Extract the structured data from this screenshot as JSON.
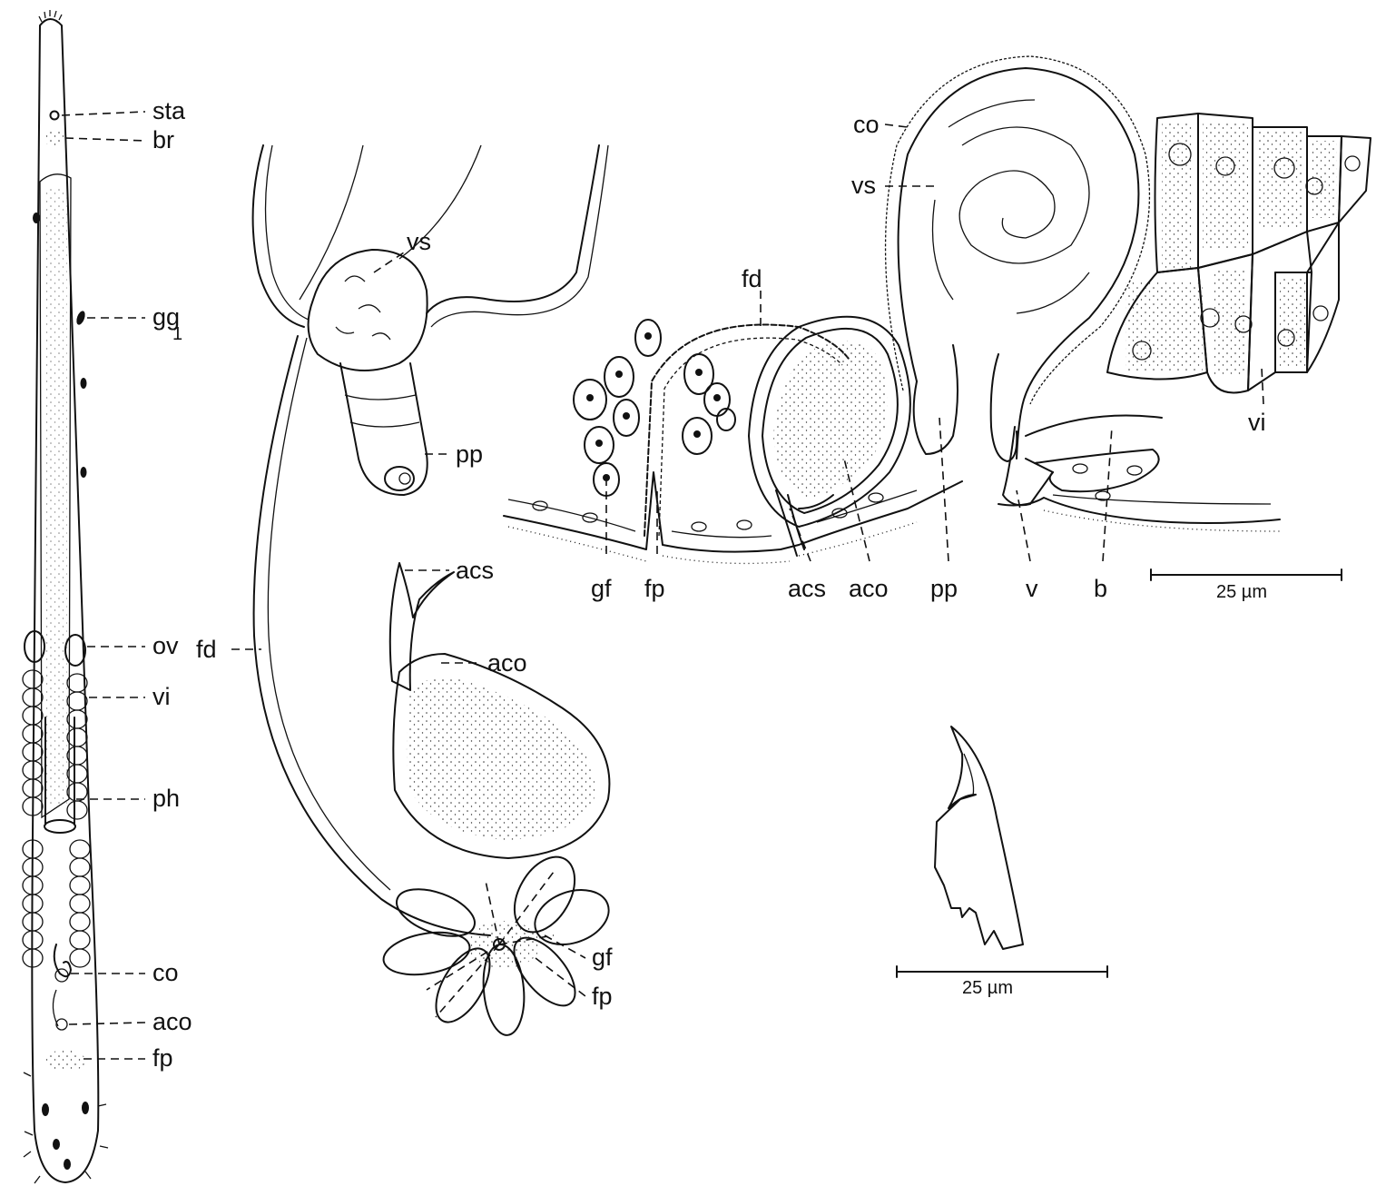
{
  "labels": {
    "a_sta": "sta",
    "a_br": "br",
    "a_gg": "gg",
    "a_gg_sub": "1",
    "a_ov": "ov",
    "a_vi": "vi",
    "a_ph": "ph",
    "a_co": "co",
    "a_aco": "aco",
    "a_fp": "fp",
    "b_vs": "vs",
    "b_pp": "pp",
    "b_fd": "fd",
    "b_acs": "acs",
    "b_aco": "aco",
    "b_gf": "gf",
    "b_fp": "fp",
    "c_co": "co",
    "c_vs": "vs",
    "c_fd": "fd",
    "c_gf": "gf",
    "c_fp": "fp",
    "c_acs": "acs",
    "c_aco": "aco",
    "c_pp": "pp",
    "c_v": "v",
    "c_b": "b",
    "c_vi": "vi"
  },
  "scale_bars": {
    "upper": "25 µm",
    "lower": "25 µm"
  }
}
